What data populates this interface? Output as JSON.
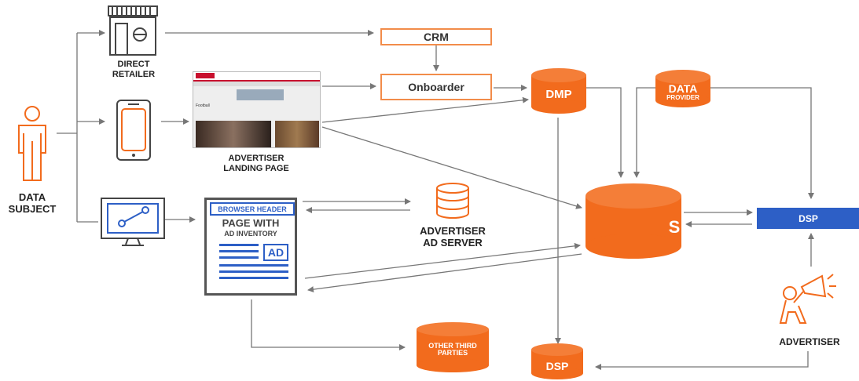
{
  "nodes": {
    "direct_retailer": "DIRECT\nRETAILER",
    "advertiser_landing_page": "ADVERTISER\nLANDING PAGE",
    "data_subject": "DATA\nSUBJECT",
    "crm": "CRM",
    "onboarder": "Onboarder",
    "dmp": "DMP",
    "data_provider": [
      "DATA",
      "PROVIDER"
    ],
    "dsp_bar": "DSP",
    "dsp_bottom": "DSP",
    "advertiser_ad_server": "ADVERTISER\nAD SERVER",
    "other_third_parties": [
      "OTHER THIRD",
      "PARTIES"
    ],
    "advertiser": "ADVERTISER",
    "central_letter": "S"
  },
  "browser_card": {
    "header": "BROWSER HEADER",
    "title_line1": "PAGE WITH",
    "title_line2": "AD INVENTORY",
    "ad_label": "AD"
  },
  "landing_screenshot": {
    "section_heading": "Football"
  },
  "colors": {
    "orange": "#f26b1d",
    "orange_light": "#f28c4a",
    "blue": "#2d5fc6",
    "arrow": "#777777"
  }
}
